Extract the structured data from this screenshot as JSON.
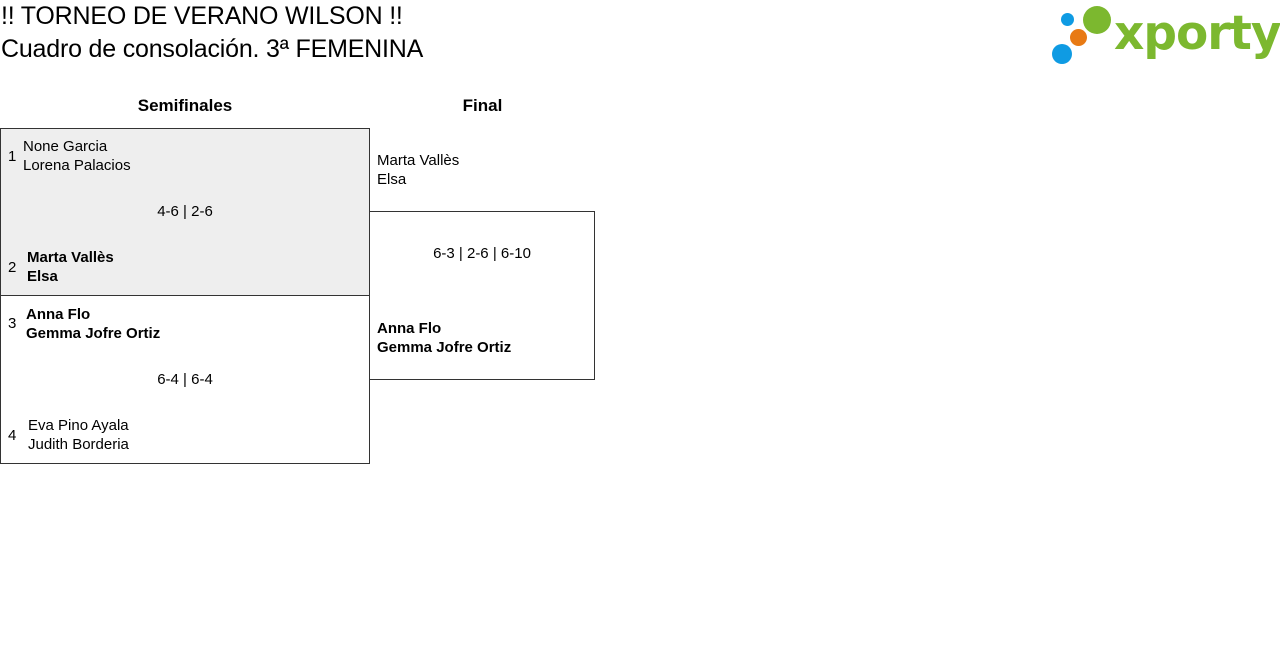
{
  "header": {
    "title_line1": "!! TORNEO DE VERANO WILSON !!",
    "title_line2": "Cuadro de consolación. 3ª FEMENINA"
  },
  "logo": {
    "text": "xporty",
    "colors": {
      "green": "#7cb82f",
      "orange": "#e87a14",
      "blue": "#0f9be3"
    }
  },
  "rounds": {
    "semifinals_label": "Semifinales",
    "final_label": "Final"
  },
  "semifinals": [
    {
      "score": "4-6 | 2-6",
      "top": {
        "seed": "1",
        "player1": "None Garcia",
        "player2": "Lorena Palacios",
        "winner": false
      },
      "bottom": {
        "seed": "2",
        "player1": "Marta Vallès",
        "player2": "Elsa",
        "winner": true
      }
    },
    {
      "score": "6-4 | 6-4",
      "top": {
        "seed": "3",
        "player1": "Anna Flo",
        "player2": "Gemma Jofre Ortiz",
        "winner": true
      },
      "bottom": {
        "seed": "4",
        "player1": "Eva Pino Ayala",
        "player2": "Judith Borderia",
        "winner": false
      }
    }
  ],
  "final": {
    "score": "6-3 | 2-6 | 6-10",
    "top": {
      "player1": "Marta Vallès",
      "player2": "Elsa",
      "winner": false
    },
    "bottom": {
      "player1": "Anna Flo",
      "player2": "Gemma Jofre Ortiz",
      "winner": true
    }
  },
  "styles": {
    "highlight_bg": "#eeeeee",
    "border": "#333333"
  }
}
